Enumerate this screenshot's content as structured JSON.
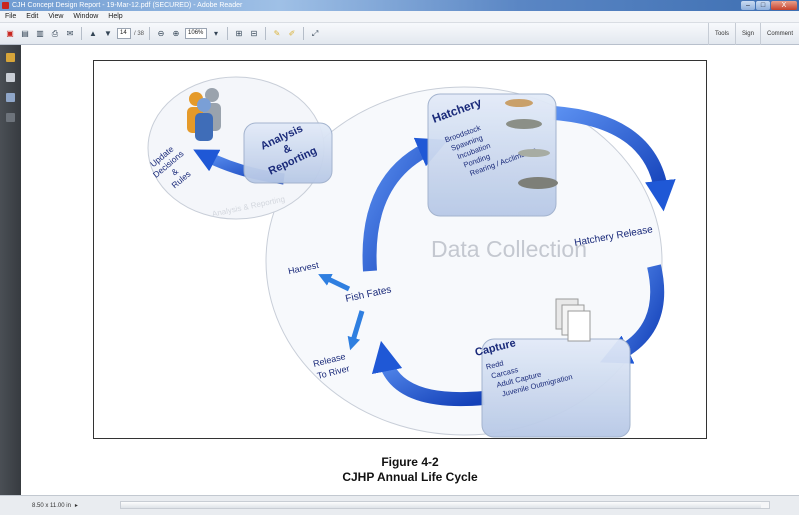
{
  "window": {
    "title": "CJH Concept Design Report - 19-Mar-12.pdf (SECURED) - Adobe Reader",
    "controls": {
      "minimize": "–",
      "maximize": "□",
      "close": "X"
    }
  },
  "menu": [
    "File",
    "Edit",
    "View",
    "Window",
    "Help"
  ],
  "toolbar": {
    "page_current": "14",
    "page_total": "/ 38",
    "zoom": "106%",
    "tools_label": "Tools",
    "sign_label": "Sign",
    "comment_label": "Comment"
  },
  "status": {
    "page_size": "8.50 x 11.00 in"
  },
  "diagram": {
    "analysis_title": "Analysis & Reporting",
    "analysis_line1": "Analysis",
    "analysis_line2": "&",
    "analysis_line3": "Reporting",
    "update_line1": "Update",
    "update_line2": "Decisions",
    "update_line3": "&",
    "update_line4": "Rules",
    "analysis_curved": "Analysis & Reporting",
    "hatchery_title": "Hatchery",
    "hatchery_items": [
      "Broodstock",
      "Spawning",
      "Incubation",
      "Ponding",
      "Rearing / Acclimation"
    ],
    "hatchery_release": "Hatchery Release",
    "data_collection": "Data Collection",
    "capture_title": "Capture",
    "capture_items": [
      "Redd",
      "Carcass",
      "Adult Capture",
      "Juvenile Outmigration"
    ],
    "fish_fates": "Fish Fates",
    "harvest": "Harvest",
    "release_line1": "Release",
    "release_line2": "To River"
  },
  "figure": {
    "number": "Figure 4-2",
    "caption": "CJHP Annual Life Cycle"
  },
  "colors": {
    "arrow": "#1f58d6",
    "box_text": "#1a2a7a"
  }
}
